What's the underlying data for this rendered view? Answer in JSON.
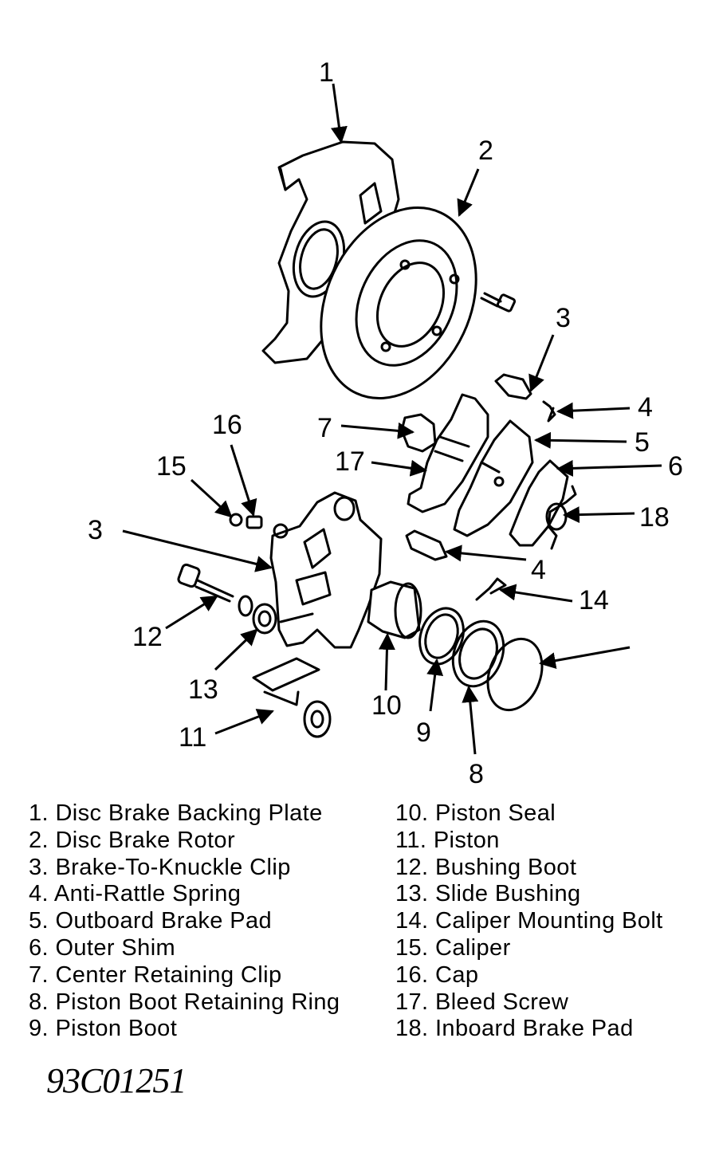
{
  "diagram": {
    "callouts": [
      "1",
      "2",
      "3",
      "4",
      "5",
      "6",
      "7",
      "18",
      "17",
      "16",
      "15",
      "3",
      "4",
      "14",
      "12",
      "13",
      "11",
      "10",
      "9",
      "8"
    ]
  },
  "legend": {
    "left": [
      "1. Disc Brake Backing Plate",
      "2. Disc Brake Rotor",
      "3. Brake-To-Knuckle Clip",
      "4. Anti-Rattle Spring",
      "5. Outboard Brake Pad",
      "6. Outer Shim",
      "7. Center Retaining Clip",
      "8. Piston Boot Retaining Ring",
      "9. Piston Boot"
    ],
    "right": [
      "10. Piston Seal",
      "11. Piston",
      "12. Bushing Boot",
      "13. Slide Bushing",
      "14. Caliper Mounting Bolt",
      "15. Caliper",
      "16. Cap",
      "17. Bleed Screw",
      "18. Inboard Brake Pad"
    ]
  },
  "figure_code": "93C01251"
}
